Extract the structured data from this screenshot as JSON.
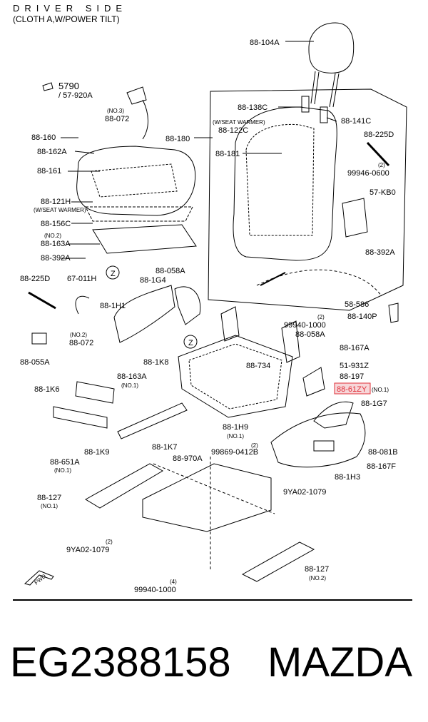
{
  "header": {
    "title": "DRIVER SIDE",
    "subtitle": "(CLOTH A,W/POWER TILT)"
  },
  "labels": {
    "l_104a": "88-104A",
    "l_5790": "5790",
    "l_57920a": "/ 57-920A",
    "l_no3": "(NO.3)",
    "l_072a": "88-072",
    "l_138c": "88-138C",
    "l_141c": "88-141C",
    "l_wsw1": "(W/SEAT WARMER)",
    "l_122c": "88-122C",
    "l_160": "88-160",
    "l_180": "88-180",
    "l_225d_r": "88-225D",
    "l_162a": "88-162A",
    "l_181": "88-181",
    "l_161": "88-161",
    "l_99946_q": "(2)",
    "l_99946": "99946-0600",
    "l_57kb0": "57-KB0",
    "l_121h": "88-121H",
    "l_wsw2": "(W/SEAT WARMER)",
    "l_156c": "88-156C",
    "l_no2a": "(NO.2)",
    "l_163a_top": "88-163A",
    "l_392a_l": "88-392A",
    "l_392a_r": "88-392A",
    "l_058a_top": "88-058A",
    "l_225d_l": "88-225D",
    "l_67011h": "67-011H",
    "l_1g4": "88-1G4",
    "l_58586": "58-586",
    "l_140p": "88-140P",
    "l_1h1": "88-1H1",
    "l_99940_q": "(2)",
    "l_99940": "99940-1000",
    "l_058a_mid": "88-058A",
    "l_no2b": "(NO.2)",
    "l_072b": "88-072",
    "l_167a": "88-167A",
    "l_055a": "88-055A",
    "l_1k8": "88-1K8",
    "l_734": "88-734",
    "l_931z": "51-931Z",
    "l_163a_mid": "88-163A",
    "l_no1a": "(NO.1)",
    "l_197": "88-197",
    "l_61zy": "88-61ZY",
    "l_no1b": "(NO.1)",
    "l_1k6": "88-1K6",
    "l_1h9": "88-1H9",
    "l_no1c": "(NO.1)",
    "l_1g7": "88-1G7",
    "l_1k9": "88-1K9",
    "l_1k7": "88-1K7",
    "l_99869_q": "(2)",
    "l_99869": "99869-0412B",
    "l_081b": "88-081B",
    "l_651a": "88-651A",
    "l_no1d": "(NO.1)",
    "l_970a": "88-970A",
    "l_167f": "88-167F",
    "l_1h3": "88-1H3",
    "l_9ya02_r": "9YA02-1079",
    "l_127_l": "88-127",
    "l_no1e": "(NO.1)",
    "l_9ya02_q": "(2)",
    "l_9ya02_l": "9YA02-1079",
    "l_fwd": "FWD",
    "l_127_r": "88-127",
    "l_no2c": "(NO.2)",
    "l_99940b_q": "(4)",
    "l_99940b": "99940-1000",
    "l_z1": "Z",
    "l_z2": "Z"
  },
  "highlight_color": "#e0303a",
  "footer": {
    "part_number": "EG2388158",
    "brand": "MAZDA"
  }
}
